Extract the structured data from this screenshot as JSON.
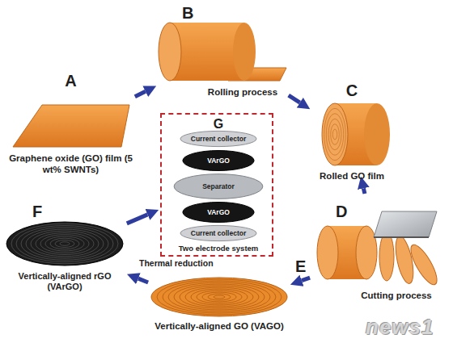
{
  "diagram": {
    "nodes": [
      {
        "text": [
          "A",
          "Graphene oxide (GO) film (5 wt% SWNTs)"
        ]
      },
      {
        "text": [
          "B",
          "Rolling process"
        ]
      },
      {
        "text": [
          "C",
          "Rolled GO film"
        ]
      },
      {
        "text": [
          "D",
          "Cutting process"
        ]
      },
      {
        "text": [
          "E",
          "Vertically-aligned GO (VAGO)"
        ]
      },
      {
        "text": [
          "F",
          "Vertically-aligned rGO (VArGO)"
        ]
      },
      {
        "text": [
          "G",
          "Two electrode system"
        ]
      },
      {
        "text": [
          "Current collector"
        ],
        "in": 6
      },
      {
        "text": [
          "VArGO"
        ],
        "in": 6
      },
      {
        "text": [
          "Separator"
        ],
        "in": 6
      },
      {
        "text": [
          "VArGO"
        ],
        "in": 6
      },
      {
        "text": [
          "Current collector"
        ],
        "in": 6
      }
    ],
    "edges": [
      {
        "from": 0,
        "to": 1,
        "arrow": "to"
      },
      {
        "from": 1,
        "to": 2,
        "arrow": "to"
      },
      {
        "from": 2,
        "to": 3,
        "arrow": "to"
      },
      {
        "from": 3,
        "to": 4,
        "arrow": "to"
      },
      {
        "from": 4,
        "to": 5,
        "label": "Thermal reduction",
        "arrow": "to"
      },
      {
        "from": 5,
        "to": 6,
        "arrow": "to"
      }
    ],
    "labels": [
      "news1"
    ]
  }
}
